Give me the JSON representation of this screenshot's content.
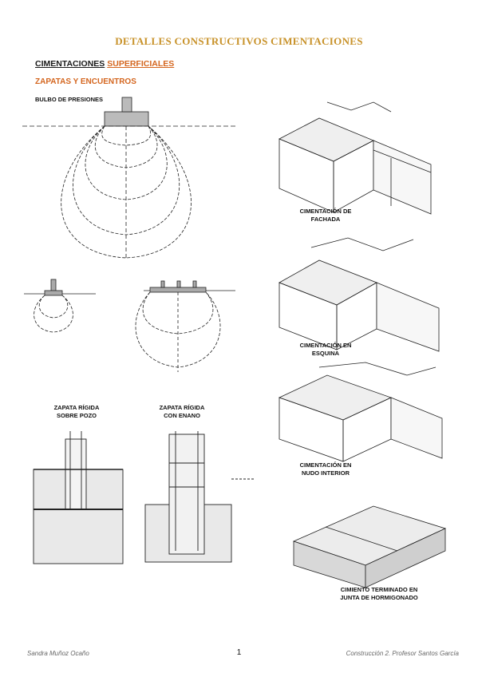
{
  "colors": {
    "title": "#c8922a",
    "heading_orange": "#d4661f",
    "line": "#222222"
  },
  "title": "DETALLES CONSTRUCTIVOS CIMENTACIONES",
  "section": {
    "part1": "CIMENTACIONES",
    "part2": "SUPERFICIALES"
  },
  "subsection": "ZAPATAS Y ENCUENTROS",
  "captions": {
    "bulbo": "BULBO DE PRESIONES",
    "fachada_1": "CIMENTACIÓN DE",
    "fachada_2": "FACHADA",
    "esquina_1": "CIMENTACIÓN EN",
    "esquina_2": "ESQUINA",
    "nudo_1": "CIMENTACIÓN EN",
    "nudo_2": "NUDO INTERIOR",
    "pozo_1": "ZAPATA RÍGIDA",
    "pozo_2": "SOBRE POZO",
    "enano_1": "ZAPATA RÍGIDA",
    "enano_2": "CON ENANO",
    "junta_1": "CIMIENTO TERMINADO EN",
    "junta_2": "JUNTA DE HORMIGONADO"
  },
  "footer": {
    "author": "Sandra Muñoz Ocaño",
    "page": "1",
    "course": "Construcción 2. Profesor Santos García"
  }
}
